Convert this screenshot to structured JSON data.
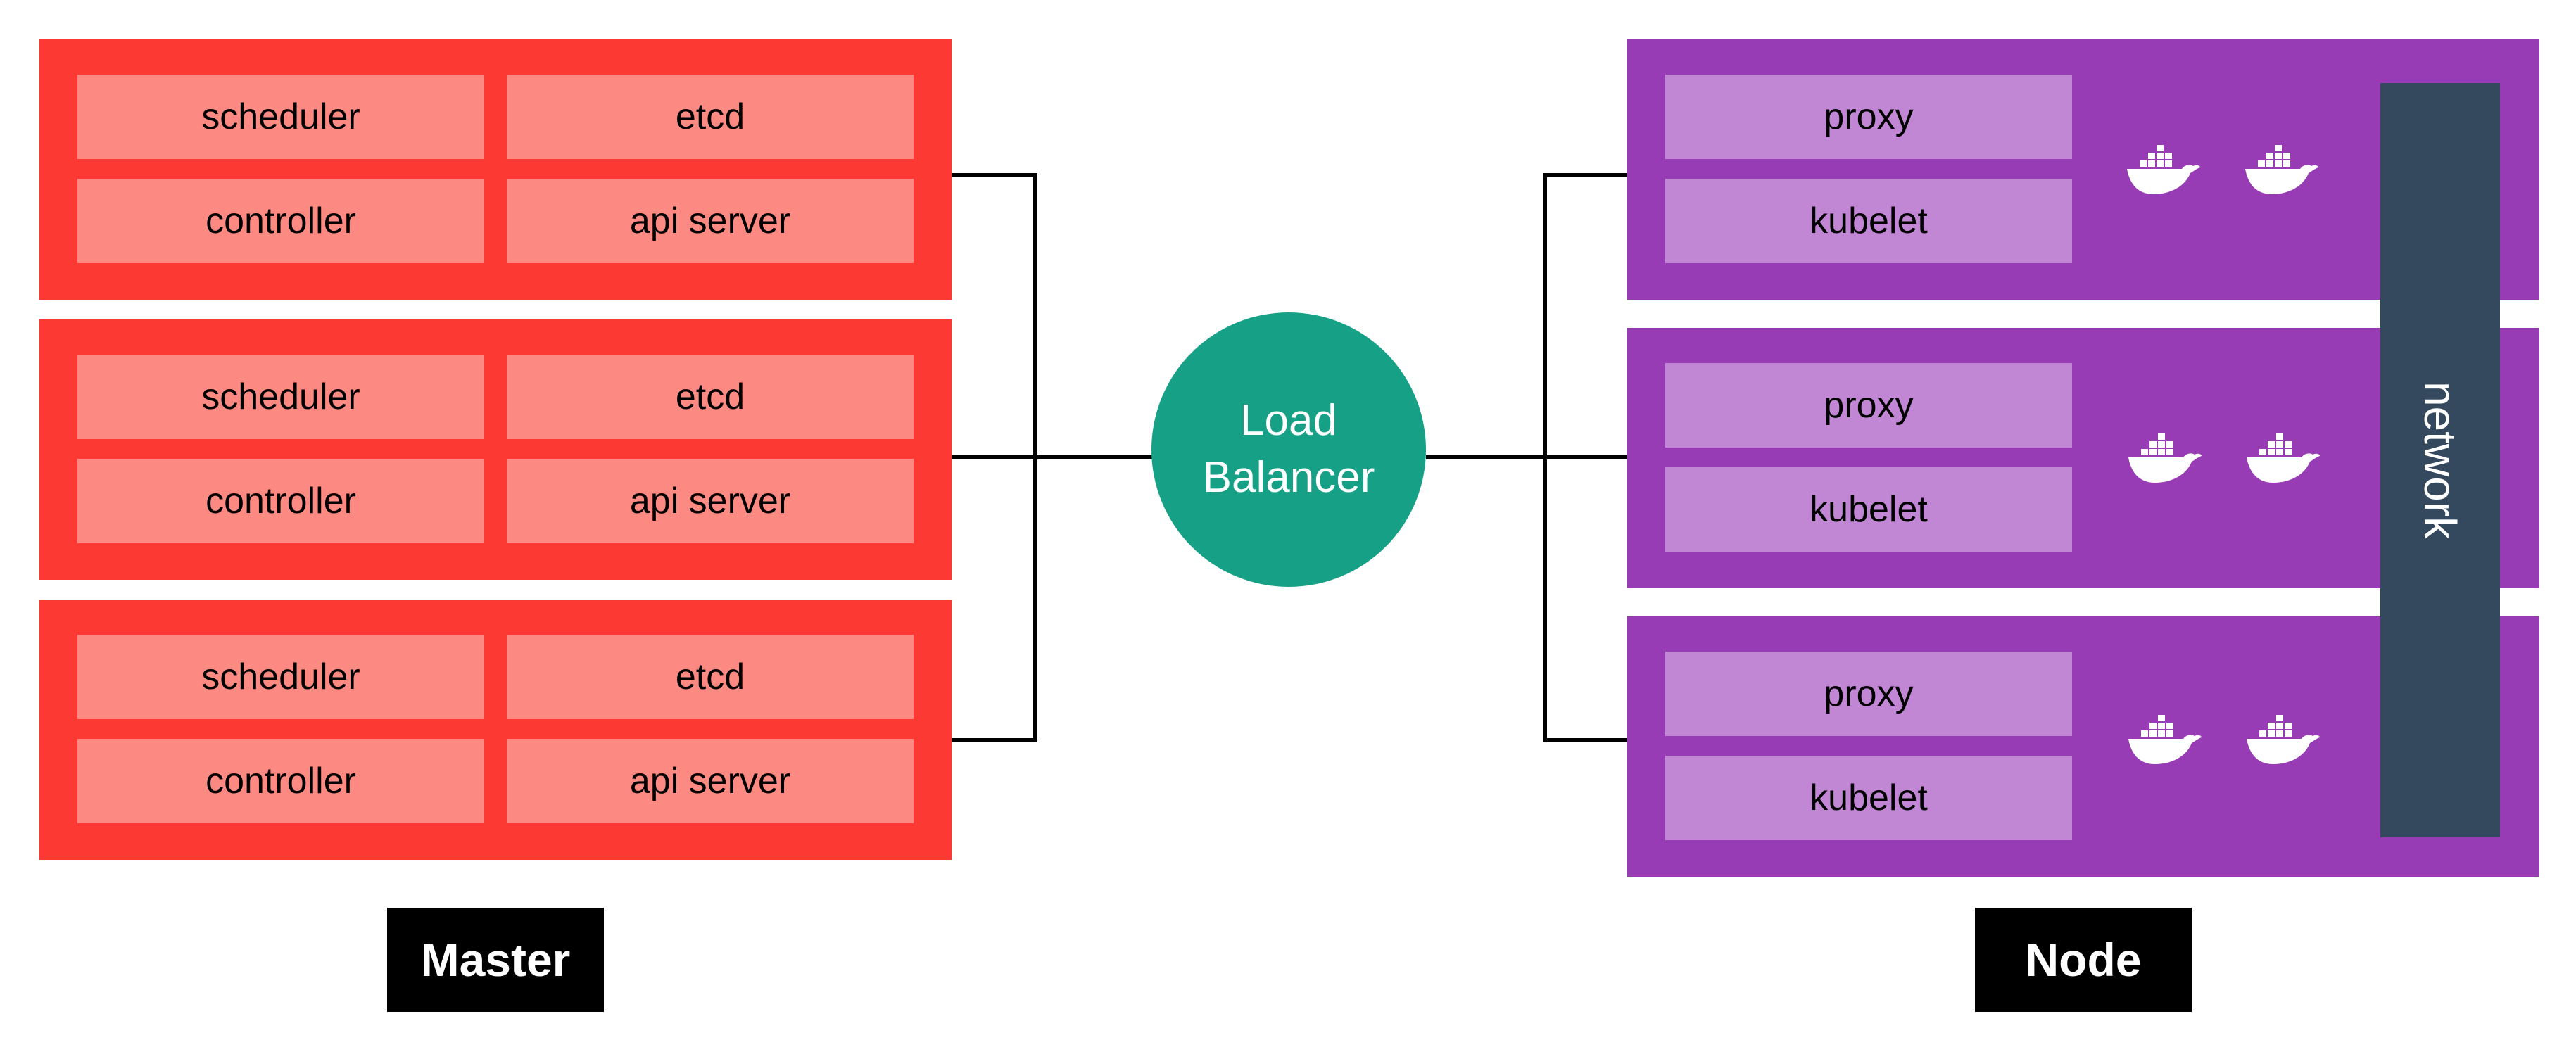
{
  "master": {
    "label": "Master",
    "instances": [
      {
        "scheduler": "scheduler",
        "etcd": "etcd",
        "controller": "controller",
        "api_server": "api server"
      },
      {
        "scheduler": "scheduler",
        "etcd": "etcd",
        "controller": "controller",
        "api_server": "api server"
      },
      {
        "scheduler": "scheduler",
        "etcd": "etcd",
        "controller": "controller",
        "api_server": "api server"
      }
    ]
  },
  "load_balancer": {
    "line1": "Load",
    "line2": "Balancer"
  },
  "node": {
    "label": "Node",
    "network": "network",
    "instances": [
      {
        "proxy": "proxy",
        "kubelet": "kubelet",
        "containers": [
          "docker-whale-icon",
          "docker-whale-icon"
        ]
      },
      {
        "proxy": "proxy",
        "kubelet": "kubelet",
        "containers": [
          "docker-whale-icon",
          "docker-whale-icon"
        ]
      },
      {
        "proxy": "proxy",
        "kubelet": "kubelet",
        "containers": [
          "docker-whale-icon",
          "docker-whale-icon"
        ]
      }
    ]
  },
  "colors": {
    "master_box": "#fc3a33",
    "master_cell": "#fd8a82",
    "node_box": "#973cb4",
    "node_cell": "#c186d4",
    "load_balancer": "#16a086",
    "network": "#34495e",
    "label_bg": "#000000"
  }
}
